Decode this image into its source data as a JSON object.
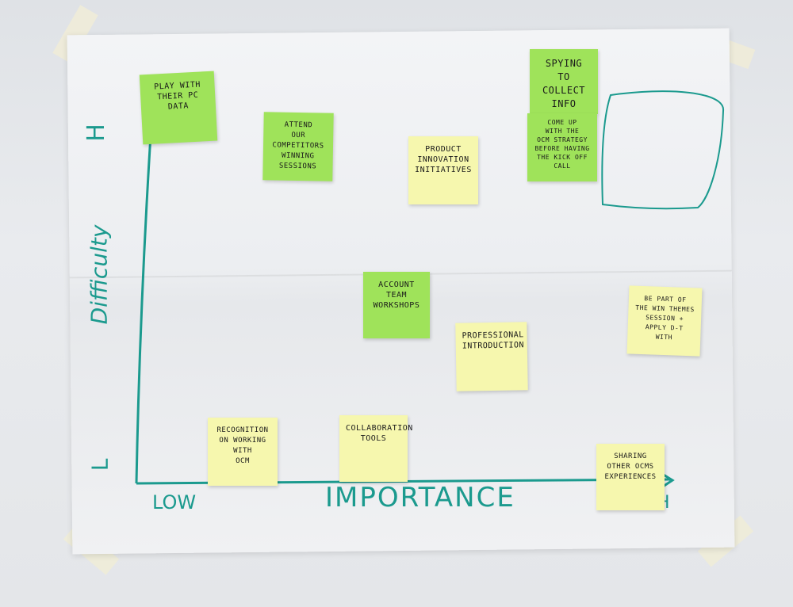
{
  "axes": {
    "x_label": "IMPORTANCE",
    "x_low": "LOW",
    "x_high": "H",
    "y_label": "Difficulty",
    "y_high": "H",
    "y_low": "L"
  },
  "notes": [
    {
      "id": "play-with-their-pc-data",
      "text": "Play with\nTheir Pc\nData",
      "color": "green"
    },
    {
      "id": "attend-competitors-sessions",
      "text": "Attend\nour competitors\nwinning sessions",
      "color": "green"
    },
    {
      "id": "product-innovation",
      "text": "Product\nInnovation\nInitiatives",
      "color": "yellow"
    },
    {
      "id": "spying-info",
      "text": "Spying\nto collect\ninfo",
      "color": "green"
    },
    {
      "id": "ocm-strategy",
      "text": "Come up\nwith the\nocm strategy\nbefore having\nthe kick off\ncall",
      "color": "green"
    },
    {
      "id": "account-team-workshops",
      "text": "Account\nTeam\nWorkshops",
      "color": "green"
    },
    {
      "id": "professional-introduction",
      "text": "Professional\nIntroduction",
      "color": "yellow"
    },
    {
      "id": "be-part-of-win-themes",
      "text": "Be part of\nthe win themes\nsession +\napply D-T\nwith",
      "color": "yellow"
    },
    {
      "id": "recognition-ocm",
      "text": "Recognition\non working\nwith\nocm",
      "color": "yellow"
    },
    {
      "id": "collaboration-tools",
      "text": "Collaboration\nTools",
      "color": "yellow"
    },
    {
      "id": "sharing-ocm-experiences",
      "text": "Sharing\nother ocms\nexperiences",
      "color": "yellow"
    }
  ]
}
